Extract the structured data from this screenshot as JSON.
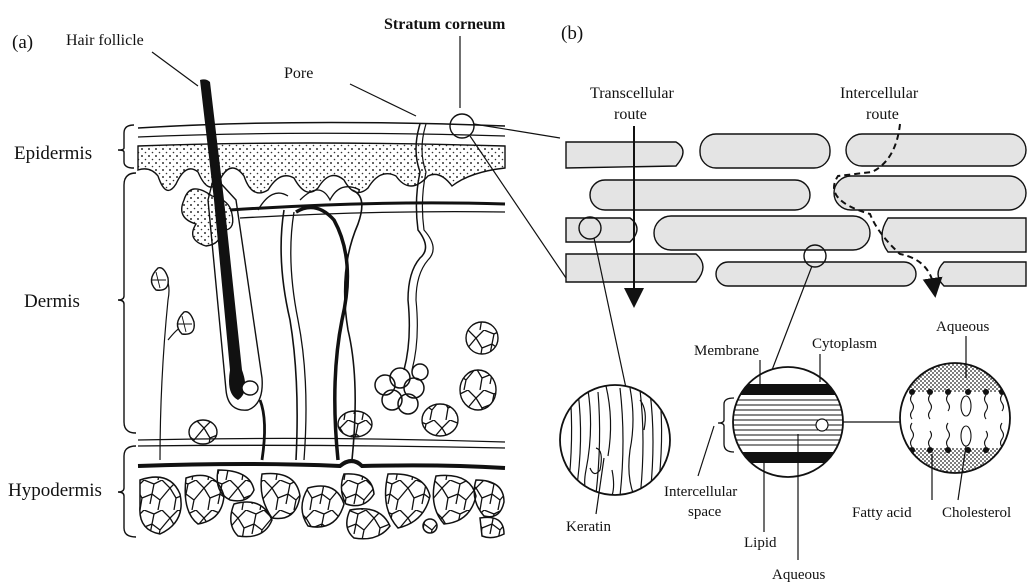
{
  "panel_a": {
    "letter": "(a)",
    "labels": {
      "hair_follicle": "Hair follicle",
      "pore": "Pore",
      "stratum_corneum": "Stratum corneum",
      "epidermis": "Epidermis",
      "dermis": "Dermis",
      "hypodermis": "Hypodermis"
    }
  },
  "panel_b": {
    "letter": "(b)",
    "labels": {
      "transcellular_line1": "Transcellular",
      "transcellular_line2": "route",
      "intercellular_line1": "Intercellular",
      "intercellular_line2": "route",
      "membrane": "Membrane",
      "cytoplasm": "Cytoplasm",
      "aqueous_top": "Aqueous",
      "keratin": "Keratin",
      "intercellular_space_line1": "Intercellular",
      "intercellular_space_line2": "space",
      "lipid": "Lipid",
      "aqueous_bottom": "Aqueous",
      "fatty_acid": "Fatty acid",
      "cholesterol": "Cholesterol"
    }
  },
  "colors": {
    "ink": "#111111",
    "cell_fill": "#e4e4e4",
    "dots": "#444444",
    "background": "#ffffff"
  }
}
